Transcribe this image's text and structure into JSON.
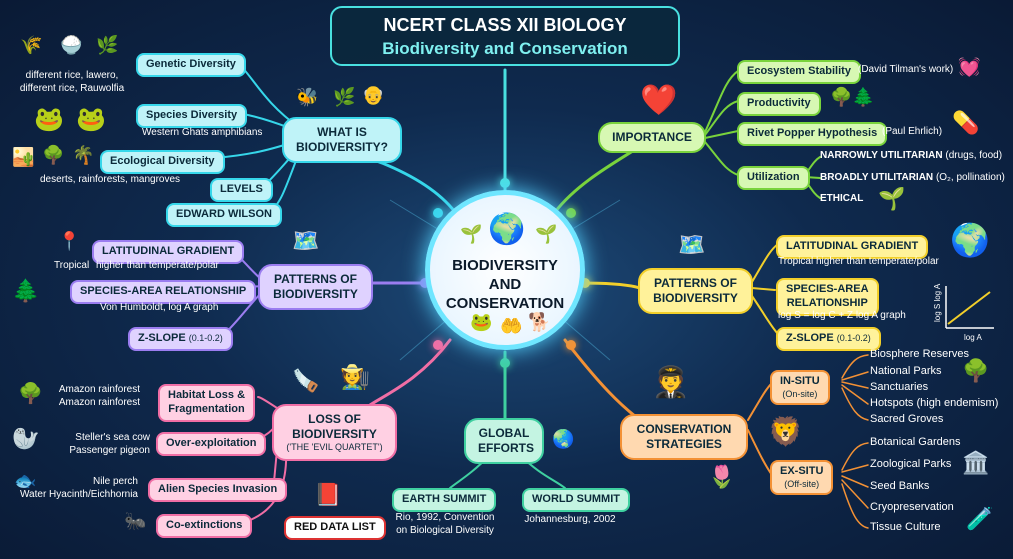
{
  "header": {
    "line1": "NCERT CLASS XII BIOLOGY",
    "line2": "Biodiversity and Conservation"
  },
  "center": {
    "line1": "BIODIVERSITY",
    "line2": "AND",
    "line3": "CONSERVATION"
  },
  "what_is": {
    "title_line1": "WHAT IS",
    "title_line2": "BIODIVERSITY?",
    "genetic": "Genetic Diversity",
    "genetic_note": "different rice, lawero,\ndifferent rice, Rauwolfia",
    "species": "Species Diversity",
    "species_note": "Western Ghats amphibians",
    "ecological": "Ecological Diversity",
    "ecological_note": "deserts, rainforests, mangroves",
    "levels": "LEVELS",
    "wilson": "EDWARD WILSON"
  },
  "patterns_left": {
    "title_line1": "PATTERNS OF",
    "title_line2": "BIODIVERSITY",
    "lat": "LATITUDINAL GRADIENT",
    "lat_tropical": "Tropical",
    "lat_note": "higher than temperate/polar",
    "sar": "SPECIES-AREA RELATIONSHIP",
    "sar_note": "Von Humboldt, log A graph",
    "z": "Z-SLOPE",
    "z_range": "(0.1-0.2)"
  },
  "loss": {
    "title_line1": "LOSS OF",
    "title_line2": "BIODIVERSITY",
    "title_line3": "('THE 'EVIL QUARTET')",
    "habitat_line1": "Habitat Loss &",
    "habitat_line2": "Fragmentation",
    "habitat_note": "Amazon rainforest\nAmazon rainforest",
    "over": "Over-exploitation",
    "over_note": "Steller's sea cow\nPassenger pigeon",
    "alien": "Alien Species Invasion",
    "alien_note": "Nile perch\nWater Hyacinth/Eichhornia",
    "co": "Co-extinctions",
    "red": "RED DATA LIST"
  },
  "global": {
    "title_line1": "GLOBAL",
    "title_line2": "EFFORTS",
    "earth": "EARTH SUMMIT",
    "earth_note": "Rio, 1992, Convention\non Biological Diversity",
    "world": "WORLD SUMMIT",
    "world_note": "Johannesburg, 2002"
  },
  "importance": {
    "title": "IMPORTANCE",
    "eco": "Ecosystem Stability",
    "eco_note": "(David Tilman's work)",
    "prod": "Productivity",
    "rivet": "Rivet Popper Hypothesis",
    "rivet_note": "(Paul Ehrlich)",
    "util": "Utilization",
    "narrow": "NARROWLY UTILITARIAN",
    "narrow_note": "(drugs, food)",
    "broad": "BROADLY UTILITARIAN",
    "broad_note": "(O₂, pollination)",
    "ethical": "ETHICAL"
  },
  "patterns_right": {
    "title_line1": "PATTERNS OF",
    "title_line2": "BIODIVERSITY",
    "lat": "LATITUDINAL GRADIENT",
    "lat_note": "Tropical higher than temperate/polar",
    "sar_line1": "SPECIES-AREA",
    "sar_line2": "RELATIONSHIP",
    "sar_note": "log S = log C + Z log A graph",
    "z": "Z-SLOPE",
    "z_range": "(0.1-0.2)",
    "graph_ylabel": "log S log A",
    "graph_xlabel": "log A"
  },
  "conservation": {
    "title_line1": "CONSERVATION",
    "title_line2": "STRATEGIES",
    "insitu": "IN-SITU",
    "insitu_note": "(On-site)",
    "insitu_items": [
      "Biosphere Reserves",
      "National Parks",
      "Sanctuaries",
      "Hotspots (high endemism)",
      "Sacred Groves"
    ],
    "exsitu": "EX-SITU",
    "exsitu_note": "(Off-site)",
    "exsitu_items": [
      "Botanical Gardens",
      "Zoological Parks",
      "Seed Banks",
      "Cryopreservation",
      "Tissue Culture"
    ]
  },
  "icons": [
    "rice-grain-icon",
    "frog-icon",
    "forest-icon",
    "heart-icon",
    "globe-icon",
    "map-icon",
    "tree-icon",
    "chainsaw-icon",
    "manatee-icon",
    "fish-icon",
    "lion-icon",
    "flower-icon",
    "test-tubes-icon",
    "ranger-icon",
    "plant-hands-icon"
  ],
  "colors": {
    "cyan": "#36d7ea",
    "green": "#79d33c",
    "yellow": "#f2cf2a",
    "purple": "#9b7df0",
    "pink": "#f06ea5",
    "orange": "#f39135",
    "teal": "#3fd0a0"
  }
}
